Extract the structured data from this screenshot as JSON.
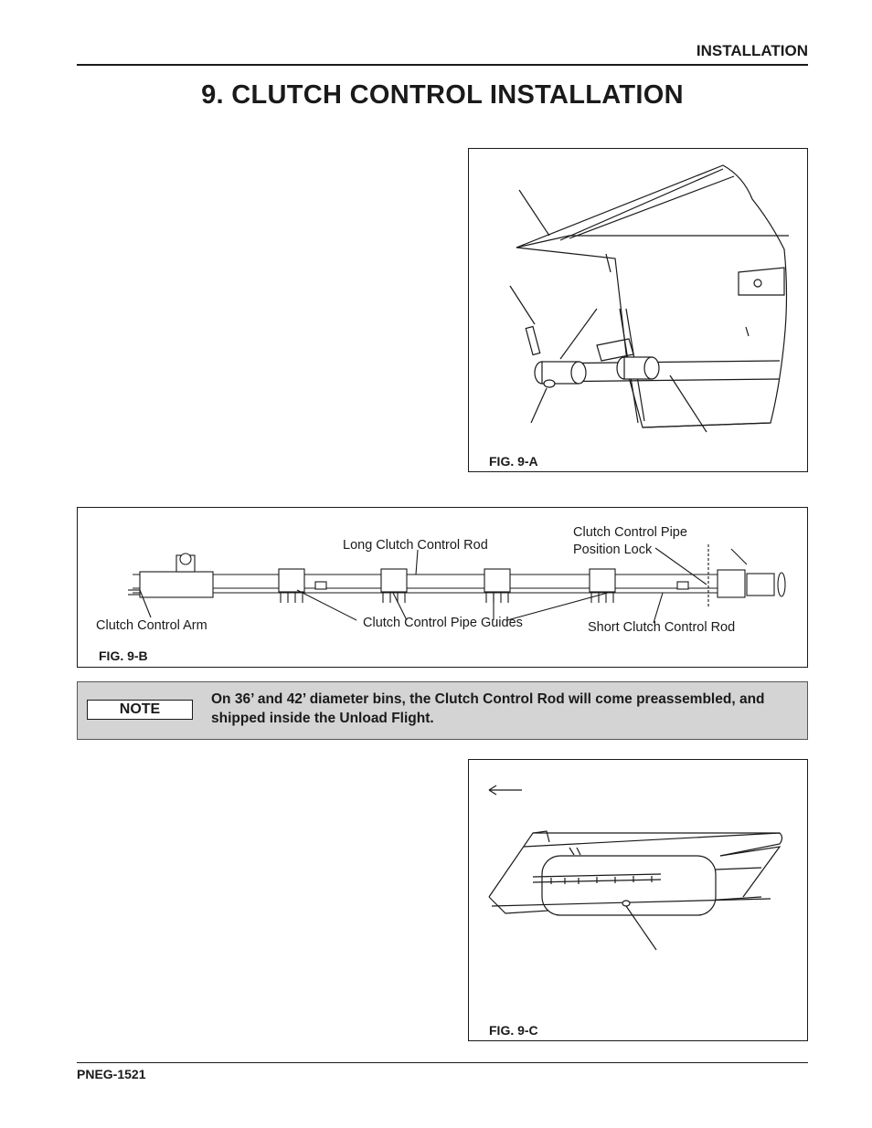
{
  "header": {
    "section": "INSTALLATION"
  },
  "page_title": "9.  CLUTCH CONTROL INSTALLATION",
  "figures": {
    "fig_9a": {
      "caption": "FIG. 9-A"
    },
    "fig_9b": {
      "caption": "FIG. 9-B",
      "labels": {
        "long_rod": "Long Clutch Control Rod",
        "pipe_lock_line1": "Clutch Control Pipe",
        "pipe_lock_line2": "Position Lock",
        "arm": "Clutch Control Arm",
        "guides": "Clutch Control Pipe Guides",
        "short_rod": "Short Clutch Control Rod"
      }
    },
    "fig_9c": {
      "caption": "FIG. 9-C"
    }
  },
  "note": {
    "badge": "NOTE",
    "text": "On 36’ and 42’ diameter bins, the Clutch Control Rod will come preassembled, and shipped inside the Unload Flight."
  },
  "footer": {
    "doc_number": "PNEG-1521"
  }
}
